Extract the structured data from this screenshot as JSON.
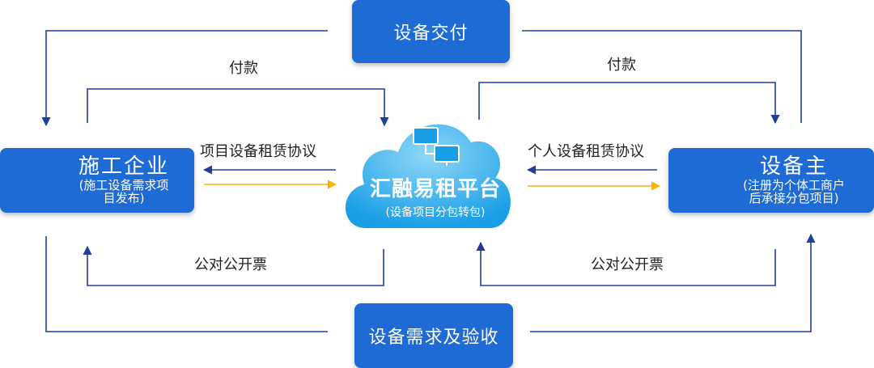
{
  "nodes": {
    "delivery": "设备交付",
    "demand": "设备需求及验收",
    "contractor": {
      "title": "施工企业",
      "note_line1": "(施工设备需求项",
      "note_line2": "目发布)"
    },
    "owner": {
      "title": "设备主",
      "note_line1": "(注册为个体工商户",
      "note_line2": "后承接分包项目)"
    },
    "platform": {
      "title": "汇融易租平台",
      "subtitle": "(设备项目分包转包)"
    }
  },
  "edges": {
    "payment_left": "付款",
    "payment_right": "付款",
    "agreement_left": "项目设备租赁协议",
    "agreement_right": "个人设备租赁协议",
    "invoice_left": "公对公开票",
    "invoice_right": "公对公开票"
  },
  "icons": {
    "contractor": "crane-icon",
    "owner": "user-chat-icon",
    "platform": "monitors-icon"
  },
  "colors": {
    "box": "#1f6bd6",
    "line": "#1e3f9a",
    "yellow_arrow": "#f5b400",
    "cloud_light": "#7fd0f5",
    "cloud_dark": "#1a9ee6"
  }
}
